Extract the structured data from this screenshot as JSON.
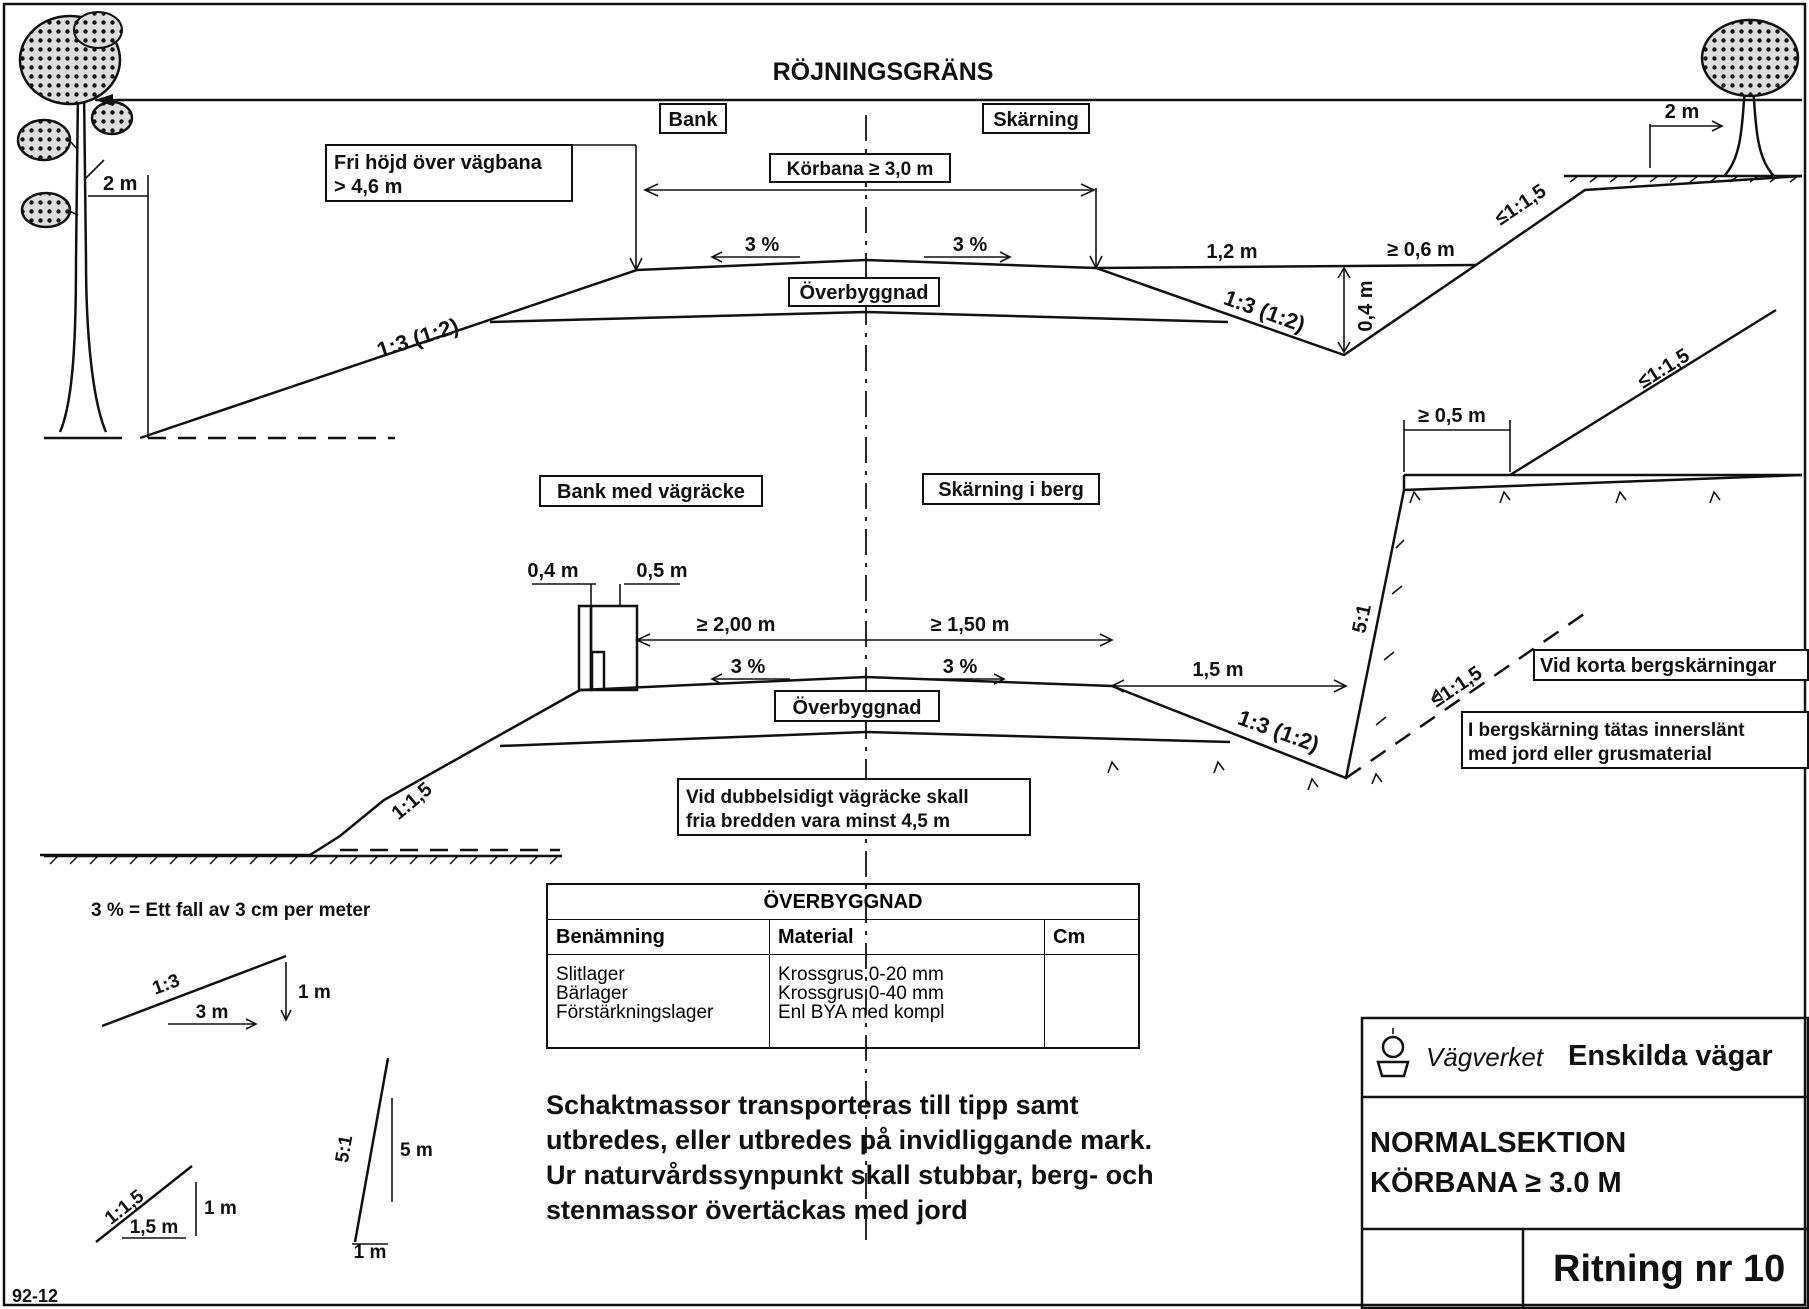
{
  "labels": {
    "clearing_limit": "RÖJNINGSGRÄNS",
    "bank": "Bank",
    "cut": "Skärning",
    "free_height_line1": "Fri höjd över vägbana",
    "free_height_line2": "> 4,6 m",
    "carriageway": "Körbana ≥ 3,0 m",
    "two_m_left": "2 m",
    "two_m_right": "2 m",
    "slope_3pct_left": "3 %",
    "slope_3pct_right": "3 %",
    "pavement_top": "Överbyggnad",
    "slope_13_12_top_left": "1:3 (1:2)",
    "slope_13_12_top_right": "1:3 (1:2)",
    "ditch_width": "1,2 m",
    "ditch_depth": "0,4 m",
    "ditch_outer": "≥ 0,6 m",
    "slope_115_top": "≤1:1,5",
    "slope_115_rock": "≤1:1,5",
    "bank_guardrail": "Bank med vägräcke",
    "rock_cut": "Skärning i berg",
    "shelf_width": "≥ 0,5 m",
    "post_04": "0,4 m",
    "post_05": "0,5 m",
    "width_200": "≥ 2,00 m",
    "width_150": "≥ 1,50 m",
    "slope_3pct_left_b": "3 %",
    "slope_3pct_right_b": "3 %",
    "pavement_bottom": "Överbyggnad",
    "ditch_15": "1,5 m",
    "slope_13_12_bottom": "1:3 (1:2)",
    "slope_51_rock": "5:1",
    "slope_115_short": "≤1:1,5",
    "short_rock_cut": "Vid korta bergskärningar",
    "rock_cut_note_line1": "I bergskärning tätas innerslänt",
    "rock_cut_note_line2": "med jord eller grusmaterial",
    "slope_115_bank": "1:1,5",
    "double_rail_line1": "Vid dubbelsidigt vägräcke skall",
    "double_rail_line2": "fria bredden vara minst 4,5 m"
  },
  "legend": {
    "pct_def": "3 % = Ett fall av 3 cm per meter",
    "ex13_ratio": "1:3",
    "ex13_run": "3 m",
    "ex13_rise": "1 m",
    "ex115_ratio": "1:1,5",
    "ex115_run": "1,5 m",
    "ex115_rise": "1 m",
    "ex51_ratio": "5:1",
    "ex51_rise": "5 m",
    "ex51_run": "1 m"
  },
  "table": {
    "title": "ÖVERBYGGNAD",
    "headers": [
      "Benämning",
      "Material",
      "Cm"
    ],
    "rows": [
      [
        "Slitlager",
        "Krossgrus 0-20 mm",
        ""
      ],
      [
        "Bärlager",
        "Krossgrus 0-40 mm",
        ""
      ],
      [
        "Förstärkningslager",
        "Enl BYA med kompl",
        ""
      ]
    ]
  },
  "note": [
    "Schaktmassor transporteras till tipp samt",
    "utbredes, eller utbredes på invidliggande mark.",
    "Ur naturvårdssynpunkt skall stubbar, berg- och",
    "stenmassor övertäckas med jord"
  ],
  "title_block": {
    "agency": "Vägverket",
    "series": "Enskilda vägar",
    "title_line1": "NORMALSEKTION",
    "title_line2": "KÖRBANA ≥ 3.0 M",
    "drawing_no": "Ritning nr 10"
  },
  "date_code": "92-12"
}
